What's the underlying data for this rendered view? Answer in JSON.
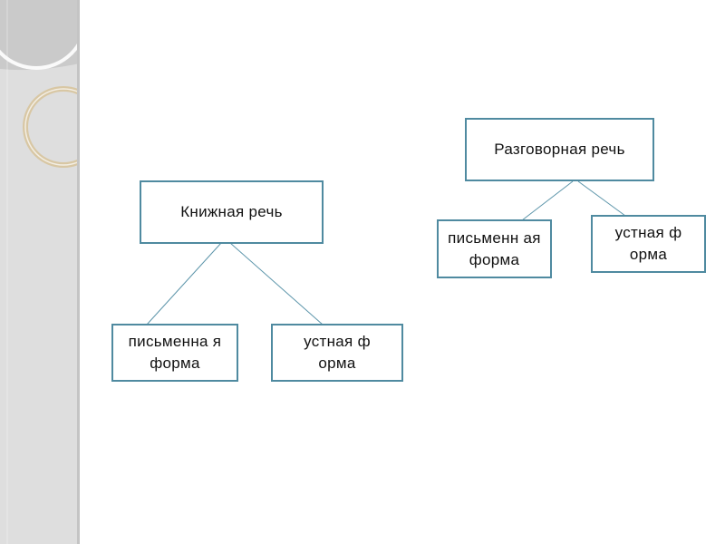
{
  "diagram": {
    "left_tree": {
      "root": "Книжная речь",
      "children": [
        "письменна я форма",
        "устная форма"
      ]
    },
    "right_tree": {
      "root": "Разговорная речь",
      "children": [
        "письменн ая форма",
        "устная форма"
      ]
    }
  },
  "colors": {
    "box_border": "#4f8aa0",
    "connector": "#5c95aa",
    "side_panel": "#dcdcdc",
    "ring_decoration": "#d8c7a4"
  }
}
